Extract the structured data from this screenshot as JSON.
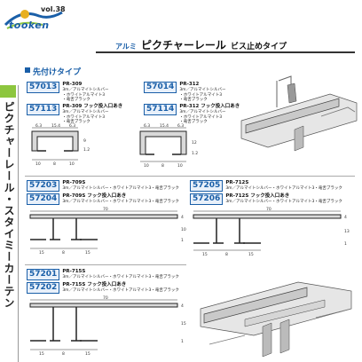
{
  "header": {
    "vol": "vol.38",
    "logo": "tooken",
    "title_small": "アルミ",
    "title_main": "ピクチャーレール",
    "title_sub": "ビス止めタイプ"
  },
  "side_label": "ピクチャーレール・スタイミーカーテン",
  "section": {
    "heading": "先付けタイプ"
  },
  "products": [
    {
      "code": "57013",
      "name": "PR-309",
      "desc": "3m／アルマイトシルバー\n・ホワイトアルマイト3\n・竜舌ブラック"
    },
    {
      "code": "57113",
      "name": "PR-309 フック投入口あき",
      "desc": "3m／アルマイトシルバー\n・ホワイトアルマイト3\n・竜舌ブラック"
    },
    {
      "code": "57014",
      "name": "PR-312",
      "desc": "3m／アルマイトシルバー\n・ホワイトアルマイト3\n・竜舌ブラック"
    },
    {
      "code": "57114",
      "name": "PR-312 フック投入口あき",
      "desc": "3m／アルマイトシルバー\n・ホワイトアルマイト3\n・竜舌ブラック"
    },
    {
      "code": "57203",
      "name": "PR-709S",
      "desc": "3m／アルマイトシルバー・ホワイトアルマイト3・竜舌ブラック"
    },
    {
      "code": "57204",
      "name": "PR-709S フック投入口あき",
      "desc": "3m／アルマイトシルバー・ホワイトアルマイト3・竜舌ブラック"
    },
    {
      "code": "57205",
      "name": "PR-712S",
      "desc": "3m／アルマイトシルバー・ホワイトアルマイト3・竜舌ブラック"
    },
    {
      "code": "57206",
      "name": "PR-712S フック投入口あき",
      "desc": "3m／アルマイトシルバー・ホワイトアルマイト3・竜舌ブラック"
    },
    {
      "code": "57201",
      "name": "PR-715S",
      "desc": "3m／アルマイトシルバー・ホワイトアルマイト3・竜舌ブラック"
    },
    {
      "code": "57202",
      "name": "PR-715S フック投入口あき",
      "desc": "3m／アルマイトシルバー・ホワイトアルマイト3・竜舌ブラック"
    }
  ],
  "dims": {
    "d1": {
      "top": [
        "6.3",
        "15.4",
        "6.3"
      ],
      "bottom": [
        "10",
        "8",
        "10"
      ],
      "side": [
        "9",
        "1.2"
      ]
    },
    "d2": {
      "top": [
        "6.3",
        "15.4",
        "6.3"
      ],
      "bottom": [
        "10",
        "8",
        "10"
      ],
      "side": [
        "12",
        "1.2"
      ]
    },
    "d3": {
      "width": "70",
      "bottom": [
        "15",
        "8",
        "15"
      ],
      "side": [
        "4",
        "10",
        "1"
      ]
    },
    "d4": {
      "width": "70",
      "bottom": [
        "15",
        "8",
        "15"
      ],
      "side": [
        "4",
        "13",
        "1"
      ]
    },
    "d5": {
      "width": "70",
      "bottom": [
        "15",
        "8",
        "15"
      ],
      "side": [
        "4",
        "15",
        "1"
      ]
    }
  },
  "colors": {
    "accent": "#1a5fa8",
    "green": "#8dc63f"
  }
}
